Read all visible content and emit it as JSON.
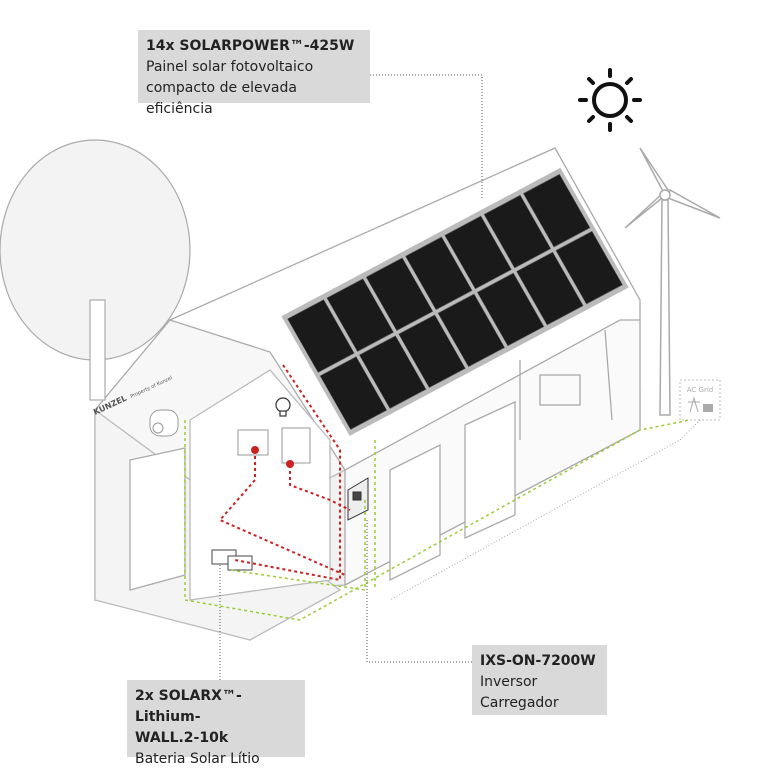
{
  "labels": {
    "panels": {
      "title": "14x SOLARPOWER™-425W",
      "line1": "Painel solar fotovoltaico",
      "line2": "compacto de elevada eficiência"
    },
    "inverter": {
      "title": "IXS-ON-7200W",
      "line1": "Inversor",
      "line2": "Carregador"
    },
    "battery": {
      "title_line1": "2x SOLARX™-Lithium-",
      "title_line2": "WALL.2-10k",
      "line1": "Bateria Solar Lítio"
    }
  },
  "logo": {
    "brand": "KUNZEL",
    "tagline": "Property of Kunzel"
  },
  "grid_icon": {
    "label": "AC Grid"
  },
  "colors": {
    "label_bg": "#d9d9d9",
    "dc_line": "#cc2222",
    "ac_line": "#9acd32",
    "outline": "#999999",
    "panel": "#1a1a1a"
  }
}
